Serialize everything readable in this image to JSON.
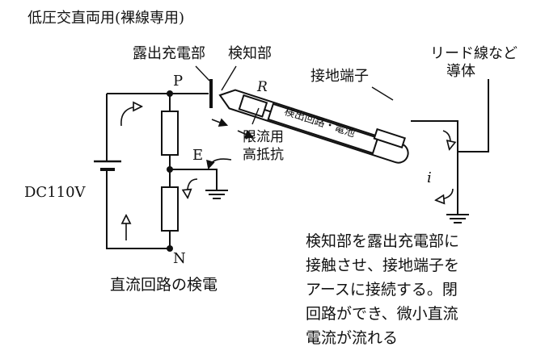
{
  "title": "低圧交直両用(裸線専用)",
  "labels": {
    "exposed_live_part": "露出充電部",
    "detector": "検知部",
    "ground_terminal": "接地端子",
    "lead_line_line1": "リード線など",
    "lead_line_line2": "導体",
    "node_p": "P",
    "node_e": "E",
    "node_n": "N",
    "resistor_r": "R",
    "dc_voltage": "DC110V",
    "circuit_box": "検出回路・電池",
    "limit_res_line1": "限流用",
    "limit_res_line2": "高抵抗",
    "current_i": "i",
    "caption": "直流回路の検電"
  },
  "description_lines": [
    "検知部を露出充電部に",
    "接触させ、接地端子を",
    "アースに接続する。閉",
    "回路ができ、微小直流",
    "電流が流れる"
  ],
  "colors": {
    "ink": "#111111",
    "background": "#ffffff"
  }
}
